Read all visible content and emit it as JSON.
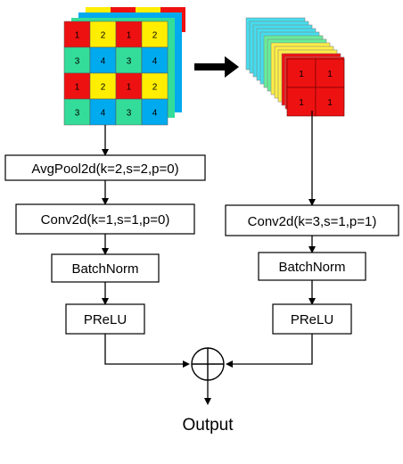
{
  "left_branch": {
    "grid_cells": [
      [
        "1",
        "2",
        "1",
        "2"
      ],
      [
        "3",
        "4",
        "3",
        "4"
      ],
      [
        "1",
        "2",
        "1",
        "2"
      ],
      [
        "3",
        "4",
        "3",
        "4"
      ]
    ],
    "steps": [
      "AvgPool2d(k=2,s=2,p=0)",
      "Conv2d(k=1,s=1,p=0)",
      "BatchNorm",
      "PReLU"
    ]
  },
  "right_branch": {
    "grid_cells": [
      [
        "1",
        "1"
      ],
      [
        "1",
        "1"
      ]
    ],
    "steps": [
      "Conv2d(k=3,s=1,p=1)",
      "BatchNorm",
      "PReLU"
    ]
  },
  "output_label": "Output",
  "colors": {
    "red": "#ee1111",
    "yellow": "#ffee00",
    "blue": "#00aaee",
    "green": "#33dd99",
    "layer_cyan": "#44ddee",
    "layer_green": "#66ee99",
    "layer_yellow": "#ffee44"
  }
}
